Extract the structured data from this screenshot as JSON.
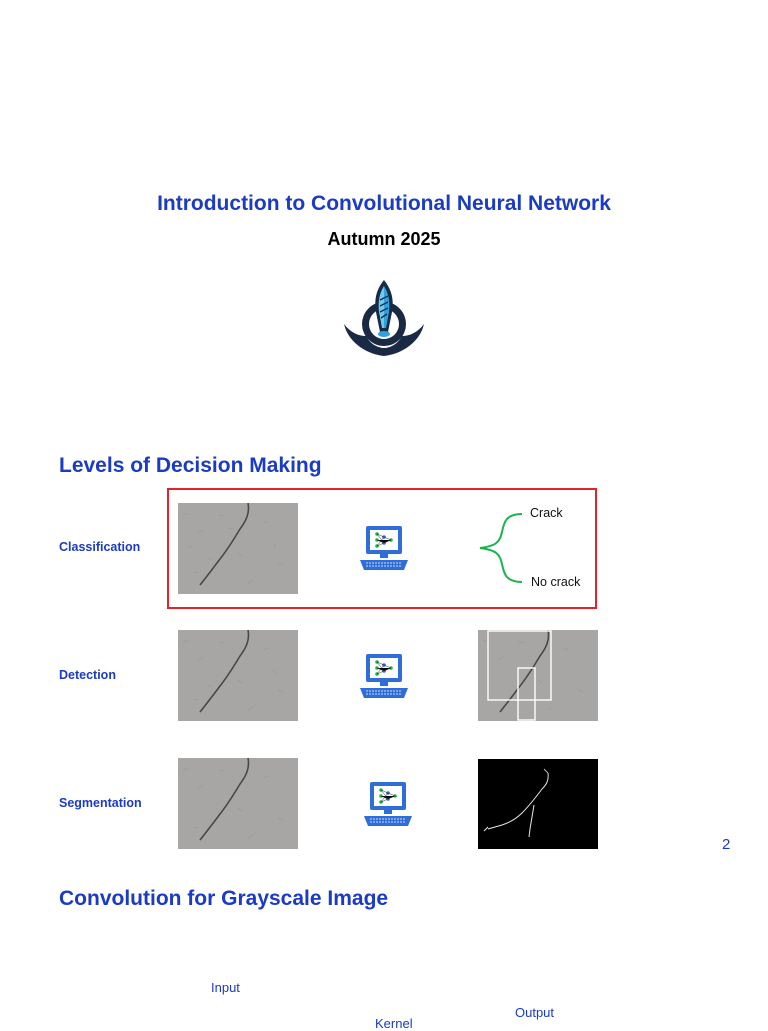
{
  "header": {
    "title": "Introduction to Convolutional Neural Network",
    "subtitle": "Autumn 2025"
  },
  "section1": {
    "title": "Levels of Decision Making",
    "rows": [
      {
        "label": "Classification"
      },
      {
        "label": "Detection"
      },
      {
        "label": "Segmentation"
      }
    ],
    "classes": [
      "Crack",
      "No crack"
    ]
  },
  "page_number": "2",
  "section2": {
    "title": "Convolution for Grayscale Image",
    "labels": {
      "input": "Input",
      "kernel": "Kernel",
      "output": "Output"
    }
  },
  "colors": {
    "accent": "#1b3bc4",
    "highlight_box": "#e3232b",
    "brace": "#1bb34a"
  }
}
